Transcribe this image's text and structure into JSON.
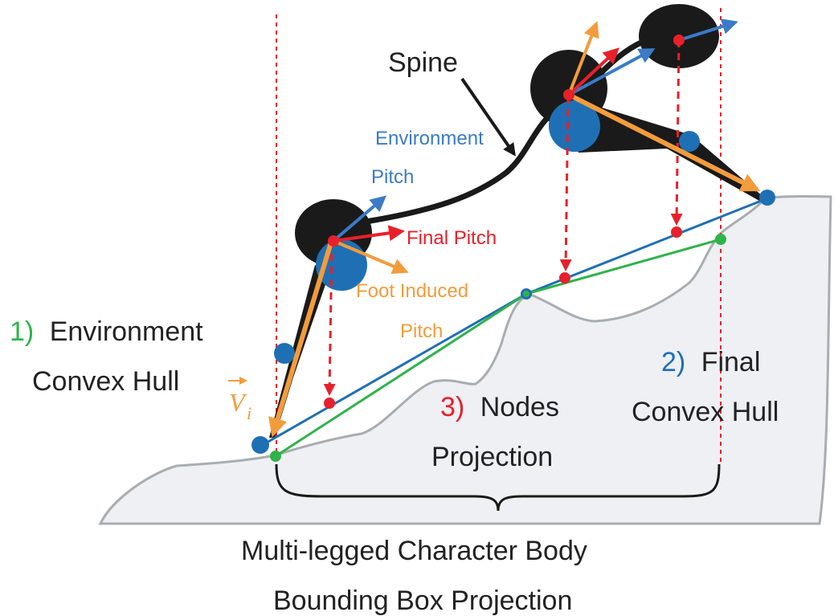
{
  "labels": {
    "spine": "Spine",
    "environment_pitch_line1": "Environment",
    "environment_pitch_line2": "Pitch",
    "final_pitch": "Final Pitch",
    "foot_induced_line1": "Foot Induced",
    "foot_induced_line2": "Pitch",
    "vector_symbol": "V",
    "vector_subscript": "i",
    "step1_number": "1)",
    "step1_line1": "Environment",
    "step1_line2": "Convex Hull",
    "step2_number": "2)",
    "step2_line1": "Final",
    "step2_line2": "Convex Hull",
    "step3_number": "3)",
    "step3_line1": "Nodes",
    "step3_line2": "Projection",
    "bottom_line1": "Multi-legged Character Body",
    "bottom_line2": "Bounding Box Projection"
  },
  "colors": {
    "environment_blue": "#1f6fb5",
    "final_red": "#e8202a",
    "foot_orange": "#f39c3b",
    "hull_green": "#2fb34a",
    "body_black": "#1a1a1a",
    "terrain_fill": "#eef0f3",
    "terrain_stroke": "#a9adb2",
    "text": "#222222"
  }
}
